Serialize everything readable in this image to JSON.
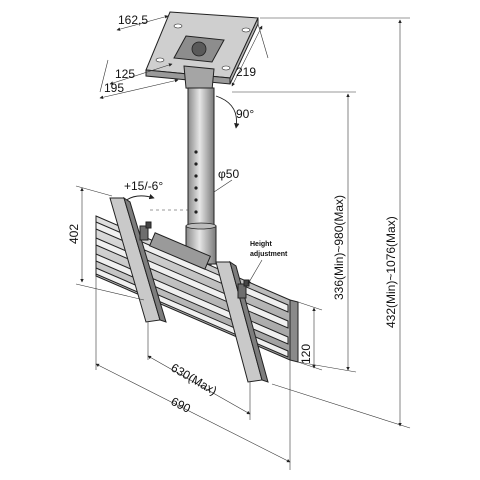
{
  "diagram": {
    "labels": {
      "plate_width": "162,5",
      "plate_inner": "125",
      "plate_outer": "195",
      "plate_depth": "219",
      "rotation": "90°",
      "tilt": "+15/-6°",
      "pole_diameter": "φ50",
      "bracket_height": "402",
      "height_adjustment_line1": "Height",
      "height_adjustment_line2": "adjustment",
      "pole_range": "336(Min)~980(Max)",
      "total_range": "432(Min)~1076(Max)",
      "rail_height": "120",
      "arm_spread": "630(Max)",
      "rail_width": "690"
    },
    "colors": {
      "metal_light": "#d6d6d6",
      "metal_mid": "#a9a9a9",
      "metal_dark": "#6e6e6e",
      "line": "#222222"
    }
  }
}
